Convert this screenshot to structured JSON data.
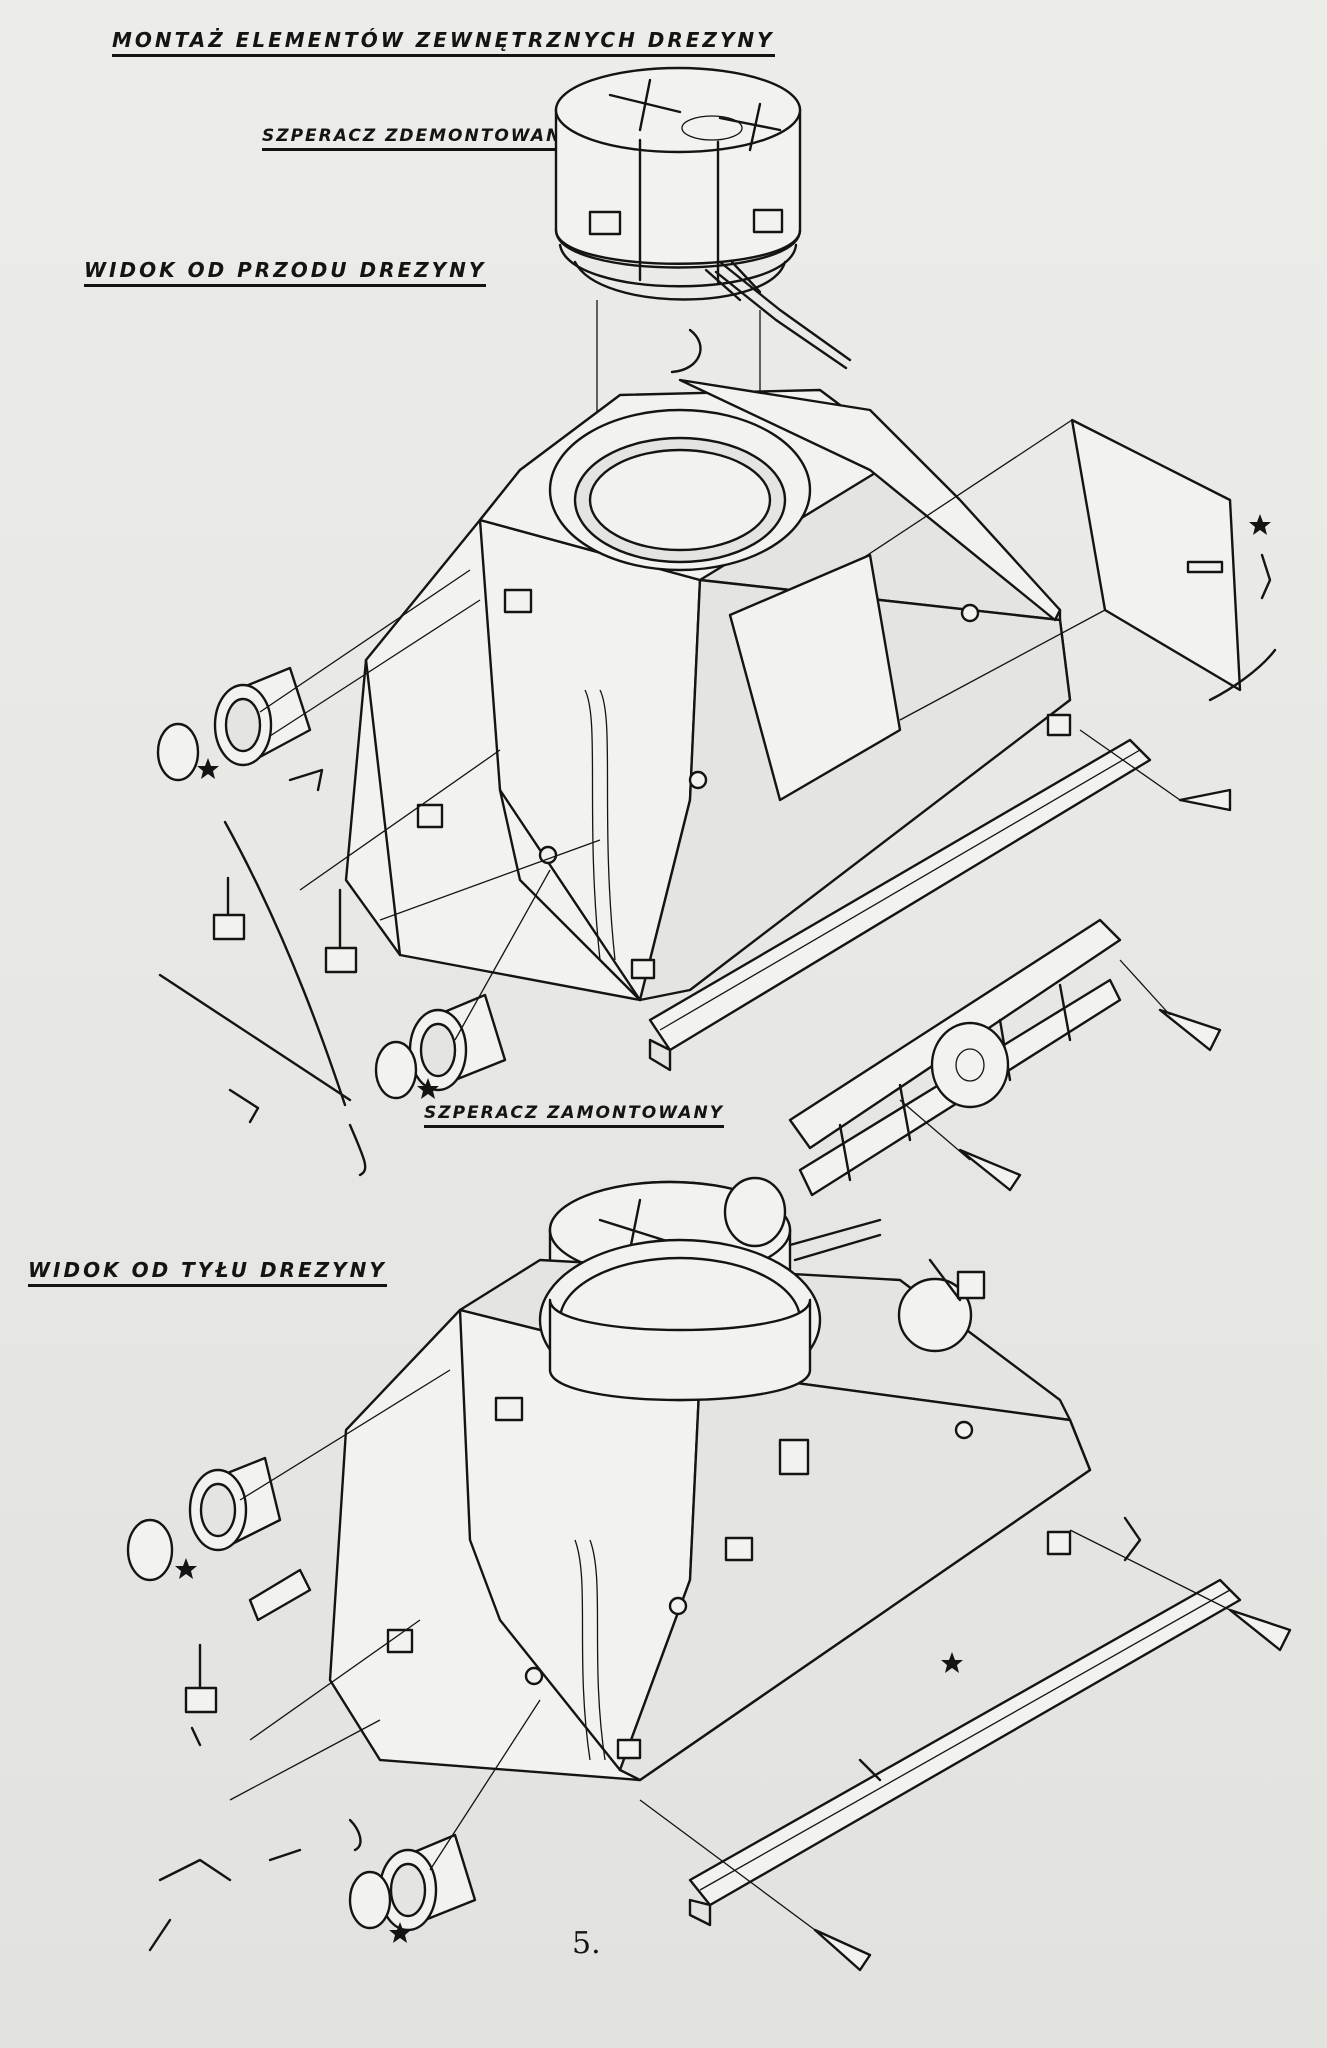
{
  "title": "MONTAŻ ELEMENTÓW ZEWNĘTRZNYCH DREZYNY",
  "labels": {
    "wiper_removed": "SZPERACZ ZDEMONTOWANY",
    "front_view": "WIDOK OD PRZODU DREZYNY",
    "wiper_mounted": "SZPERACZ ZAMONTOWANY",
    "rear_view": "WIDOK OD TYŁU DREZYNY"
  },
  "page_number": "5.",
  "icons": [
    "star-icon",
    "headlight-icon",
    "lens-icon",
    "rail-icon",
    "turret-icon"
  ]
}
